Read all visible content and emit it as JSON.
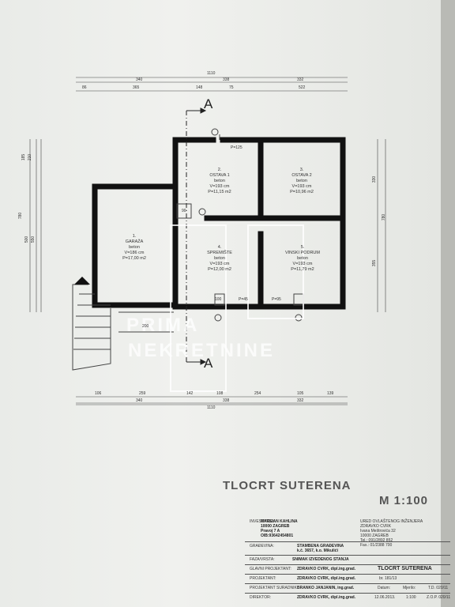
{
  "plan_title": "TLOCRT SUTERENA",
  "scale": "M 1:100",
  "section_marks": {
    "top": "A",
    "bottom": "A"
  },
  "watermark": {
    "line1": "PRIMA",
    "line2": "NEKRETNINE"
  },
  "dims_top": {
    "total": "1110",
    "row2": [
      "340",
      "338",
      "332"
    ],
    "row3": [
      "86",
      "365",
      "148",
      "75",
      "522"
    ]
  },
  "dims_bottom": {
    "row1": [
      "106",
      "259",
      "142",
      "108",
      "254",
      "105",
      "139"
    ],
    "row2": [
      "340",
      "338",
      "332"
    ],
    "total": "1110"
  },
  "dims_left": [
    "185",
    "210",
    "780",
    "550",
    "500"
  ],
  "dims_right": [
    "330",
    "780",
    "355"
  ],
  "rooms": [
    {
      "num": "1.",
      "name": "GARAŽA",
      "material": "beton",
      "height": "V=186 cm",
      "area": "P=17,00 m2"
    },
    {
      "num": "2.",
      "name": "OSTAVA 1",
      "material": "beton",
      "height": "V=193 cm",
      "area": "P=11,15 m2"
    },
    {
      "num": "3.",
      "name": "OSTAVA 2",
      "material": "beton",
      "height": "V=193 cm",
      "area": "P=10,96 m2"
    },
    {
      "num": "4.",
      "name": "SPREMIŠTE",
      "material": "beton",
      "height": "V=193 cm",
      "area": "P=12,00 m2"
    },
    {
      "num": "5.",
      "name": "VINSKI PODRUM",
      "material": "beton",
      "height": "V=193 cm",
      "area": "P=11,79 m2"
    }
  ],
  "openings": [
    "P=125",
    "P=45",
    "P=95",
    "90",
    "100",
    "200"
  ],
  "title_block": {
    "investitor_label": "INVESTITOR:",
    "investitor_value": [
      "MARIJAN KAHLINA",
      "10000 ZAGREB",
      "Pravoj 7 A",
      "OIB:93642454801"
    ],
    "office": [
      "URED OVLAŠTENOG INŽENJERA",
      "ZDRAVKO CVRK",
      "Ivana Meštrovića 32",
      "10000 ZAGREB",
      "Tel.: 091/2892 852",
      "Fax.: 01/2388 700"
    ],
    "gradevina_label": "GRAĐEVINA:",
    "gradevina_value": [
      "STAMBENA GRAĐEVINA",
      "k.č. 3657, k.o. Mikulići"
    ],
    "faza_label": "FAZA/VRSTA:",
    "faza_value": "SNIMAK IZVEDENOG STANJA",
    "glavni_label": "GLAVNI PROJEKTANT:",
    "glavni_value": "ZDRAVKO CVRK, dipl.ing.grad.",
    "projektant_label": "PROJEKTANT:",
    "projektant_value": "ZDRAVKO CVRK, dipl.ing.grad.",
    "suradnik_label": "PROJEKTANT SURADNIK:",
    "suradnik_value": "BRANKO JANJANIN, ing.grad.",
    "direktor_label": "DIREKTOR:",
    "direktor_value": "ZDRAVKO CVRK, dipl.ing.grad.",
    "sheet_name": "TLOCRT SUTERENA",
    "br_label": "br. 181/13",
    "datum_label": "Datum:",
    "datum_value": "12.06.2013.",
    "mjerilo_label": "Mjerilo:",
    "mjerilo_value": "1:100",
    "td_label": "T.D. 020/11",
    "zop_label": "Z.O.P. 020/11"
  }
}
